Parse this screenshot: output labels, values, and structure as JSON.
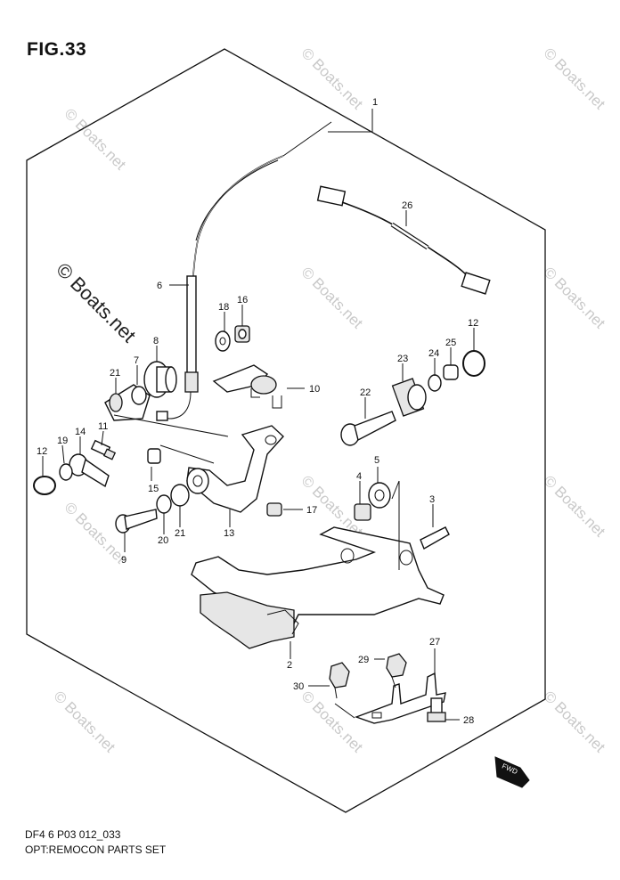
{
  "figure": {
    "title": "FIG.33",
    "code": "DF4 6 P03 012_033",
    "name": "OPT:REMOCON PARTS SET"
  },
  "watermark": {
    "text": "© Boats.net"
  },
  "fwd_badge": "FWD",
  "callouts": [
    {
      "id": "c1",
      "label": "1"
    },
    {
      "id": "c26",
      "label": "26"
    },
    {
      "id": "c6",
      "label": "6"
    },
    {
      "id": "c18",
      "label": "18"
    },
    {
      "id": "c16",
      "label": "16"
    },
    {
      "id": "c8",
      "label": "8"
    },
    {
      "id": "c21a",
      "label": "21"
    },
    {
      "id": "c7",
      "label": "7"
    },
    {
      "id": "c10",
      "label": "10"
    },
    {
      "id": "c12a",
      "label": "12"
    },
    {
      "id": "c23",
      "label": "23"
    },
    {
      "id": "c24",
      "label": "24"
    },
    {
      "id": "c25",
      "label": "25"
    },
    {
      "id": "c22",
      "label": "22"
    },
    {
      "id": "c12b",
      "label": "12"
    },
    {
      "id": "c19",
      "label": "19"
    },
    {
      "id": "c14",
      "label": "14"
    },
    {
      "id": "c11",
      "label": "11"
    },
    {
      "id": "c5",
      "label": "5"
    },
    {
      "id": "c4",
      "label": "4"
    },
    {
      "id": "c15",
      "label": "15"
    },
    {
      "id": "c17",
      "label": "17"
    },
    {
      "id": "c3",
      "label": "3"
    },
    {
      "id": "c13",
      "label": "13"
    },
    {
      "id": "c20",
      "label": "20"
    },
    {
      "id": "c21b",
      "label": "21"
    },
    {
      "id": "c9",
      "label": "9"
    },
    {
      "id": "c2",
      "label": "2"
    },
    {
      "id": "c27",
      "label": "27"
    },
    {
      "id": "c29",
      "label": "29"
    },
    {
      "id": "c30",
      "label": "30"
    },
    {
      "id": "c28",
      "label": "28"
    }
  ]
}
